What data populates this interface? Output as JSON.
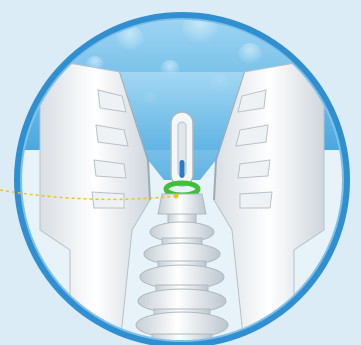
{
  "colors": {
    "page_background": "#dcecf6",
    "ring_outer": "#2f8fd0",
    "ring_inner": "#7ec0ea",
    "inner_background": "#e7f2f9",
    "water_light": "#a9dbf5",
    "water_dark": "#4aa8df",
    "part_light": "#ffffff",
    "part_shade": "#c9d2d9",
    "part_dark": "#9eabb5",
    "seal_ring": "#3fbf3a",
    "indicator_line": "#f2c21a",
    "indicator_dot": "#f2c21a",
    "inner_tube_blue": "#2f79c9"
  },
  "icons": {
    "circle_frame": "circular-lens-frame",
    "water": "water-reservoir",
    "valve_body": "valve-housing",
    "nozzle": "central-nozzle",
    "seal": "green-seal-ring",
    "bellows": "accordion-bellows-stem",
    "pointer": "dotted-callout-line"
  }
}
